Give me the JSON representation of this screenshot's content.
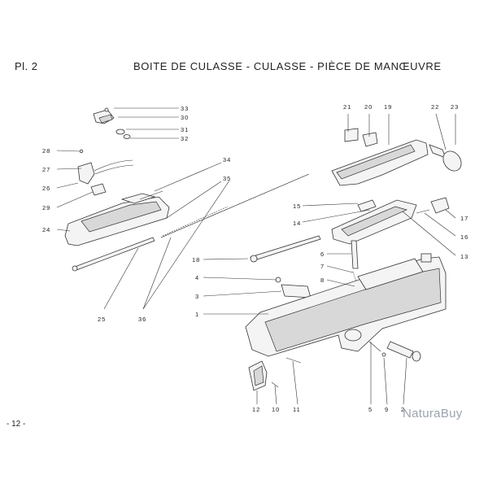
{
  "header": {
    "plate_label": "Pl. 2",
    "title": "BOITE DE CULASSE - CULASSE - PIÈCE DE MANŒUVRE"
  },
  "footer": {
    "page_number": "- 12 -"
  },
  "watermark": {
    "text": "NaturaBuy"
  },
  "callouts": {
    "c1": "1",
    "c2": "2",
    "c3": "3",
    "c4": "4",
    "c5": "5",
    "c6": "6",
    "c7": "7",
    "c8": "8",
    "c9": "9",
    "c10": "10",
    "c11": "11",
    "c12": "12",
    "c13": "13",
    "c14": "14",
    "c15": "15",
    "c16": "16",
    "c17": "17",
    "c18": "18",
    "c19": "19",
    "c20": "20",
    "c21": "21",
    "c22": "22",
    "c23": "23",
    "c24": "24",
    "c25": "25",
    "c26": "26",
    "c27": "27",
    "c28": "28",
    "c29": "29",
    "c30": "30",
    "c31": "31",
    "c32": "32",
    "c33": "33",
    "c34": "34",
    "c35": "35",
    "c36": "36"
  }
}
